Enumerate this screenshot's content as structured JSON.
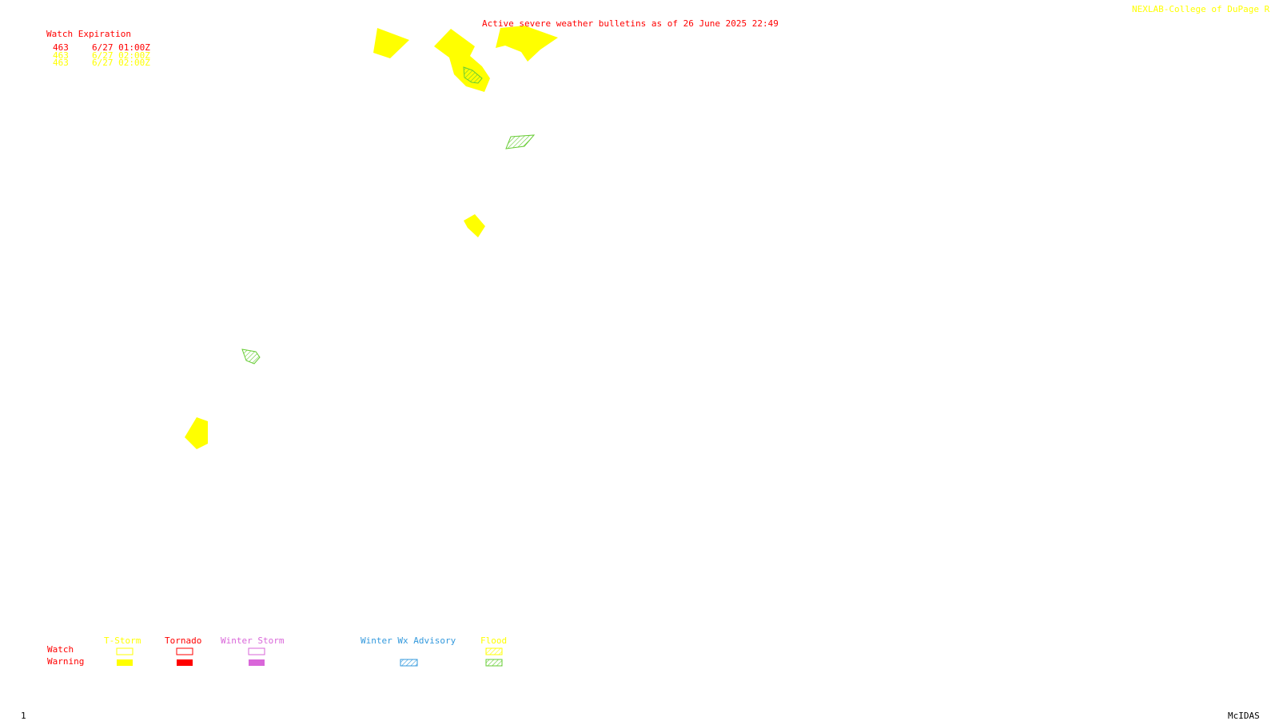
{
  "header": {
    "title": "Active severe weather bulletins as of 26 June 2025 22:49",
    "credit": "NEXLAB-College of DuPage R"
  },
  "watch_expiration": {
    "heading": "Watch Expiration",
    "rows": [
      {
        "number": "463",
        "time": "6/27 01:00Z",
        "color": "#ff0000"
      },
      {
        "number": "463",
        "time": "6/27 02:00Z",
        "color": "#ffff00"
      },
      {
        "number": "463",
        "time": "6/27 02:00Z",
        "color": "#ffff00"
      }
    ]
  },
  "legend": {
    "row_labels": {
      "watch": "Watch",
      "warning": "Warning"
    },
    "categories": [
      {
        "name": "T-Storm",
        "color": "#ffff00"
      },
      {
        "name": "Tornado",
        "color": "#ff0000"
      },
      {
        "name": "Winter Storm",
        "color": "#d966d9"
      },
      {
        "name": "Winter Wx Advisory",
        "color": "#3399dd"
      },
      {
        "name": "Flood",
        "color": "#66cc33"
      }
    ],
    "label_color": "#ff0000"
  },
  "colors": {
    "tstorm_warning": "#ffff00",
    "flood_warning": "#66cc33",
    "tornado": "#ff0000"
  },
  "alerts": [
    {
      "type": "T-Storm Warning"
    },
    {
      "type": "T-Storm Warning"
    },
    {
      "type": "T-Storm Warning"
    },
    {
      "type": "T-Storm Warning"
    },
    {
      "type": "T-Storm Warning"
    },
    {
      "type": "T-Storm Warning"
    },
    {
      "type": "Flood Warning"
    },
    {
      "type": "Flood Warning"
    },
    {
      "type": "Flood Warning"
    }
  ],
  "footer": {
    "frame": "1",
    "software": "McIDAS"
  }
}
